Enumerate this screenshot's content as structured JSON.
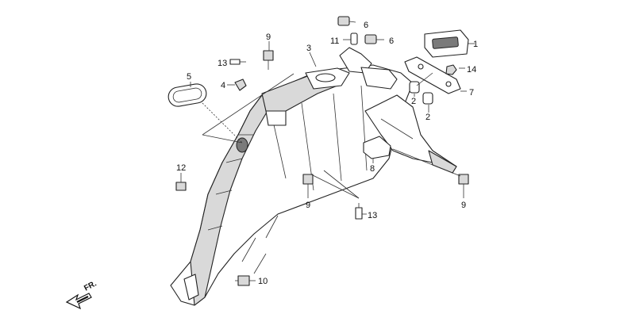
{
  "callouts": {
    "c1": "1",
    "c2a": "2",
    "c2b": "2",
    "c3": "3",
    "c4": "4",
    "c5": "5",
    "c6a": "6",
    "c6b": "6",
    "c7": "7",
    "c8": "8",
    "c9a": "9",
    "c9b": "9",
    "c9c": "9",
    "c10": "10",
    "c11": "11",
    "c12": "12",
    "c13a": "13",
    "c13b": "13",
    "c14": "14"
  },
  "direction_label": "FR.",
  "colors": {
    "line": "#222222",
    "shade": "#d9d9d9",
    "background": "#ffffff"
  }
}
